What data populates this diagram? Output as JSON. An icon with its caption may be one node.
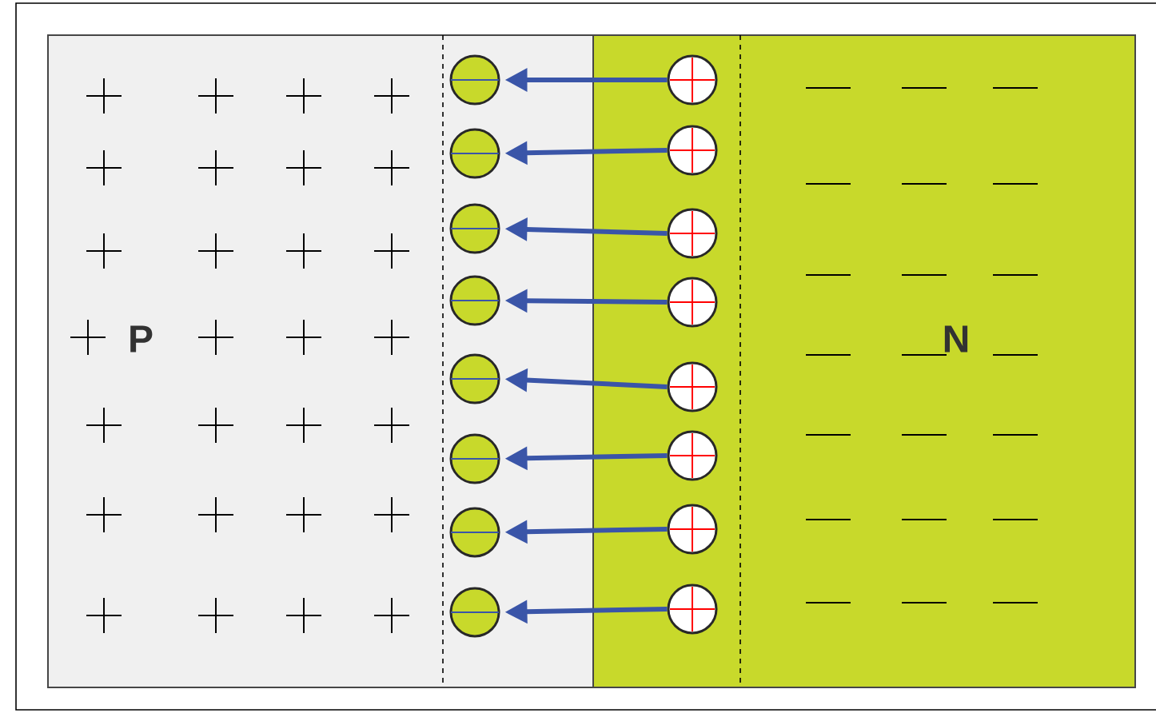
{
  "diagram": {
    "nodes": [
      {
        "text": [],
        "shape": "circle"
      },
      {
        "text": [],
        "shape": "circle"
      },
      {
        "text": [],
        "shape": "circle"
      },
      {
        "text": [],
        "shape": "circle"
      },
      {
        "text": [],
        "shape": "circle"
      },
      {
        "text": [],
        "shape": "circle"
      },
      {
        "text": [],
        "shape": "circle"
      },
      {
        "text": [],
        "shape": "circle"
      },
      {
        "text": [],
        "shape": "circle"
      },
      {
        "text": [],
        "shape": "circle"
      },
      {
        "text": [],
        "shape": "circle"
      },
      {
        "text": [],
        "shape": "circle"
      },
      {
        "text": [],
        "shape": "circle"
      },
      {
        "text": [],
        "shape": "circle"
      },
      {
        "text": [],
        "shape": "circle"
      },
      {
        "text": [],
        "shape": "circle"
      }
    ],
    "edges": [
      {
        "from": 1,
        "to": 0,
        "arrow": "to"
      },
      {
        "from": 3,
        "to": 2,
        "arrow": "to"
      },
      {
        "from": 5,
        "to": 4,
        "arrow": "to"
      },
      {
        "from": 7,
        "to": 6,
        "arrow": "to"
      },
      {
        "from": 9,
        "to": 8,
        "arrow": "to"
      },
      {
        "from": 11,
        "to": 10,
        "arrow": "to"
      },
      {
        "from": 13,
        "to": 12,
        "arrow": "to"
      },
      {
        "from": 15,
        "to": 14,
        "arrow": "to"
      }
    ],
    "labels": [
      "P",
      "N"
    ]
  }
}
